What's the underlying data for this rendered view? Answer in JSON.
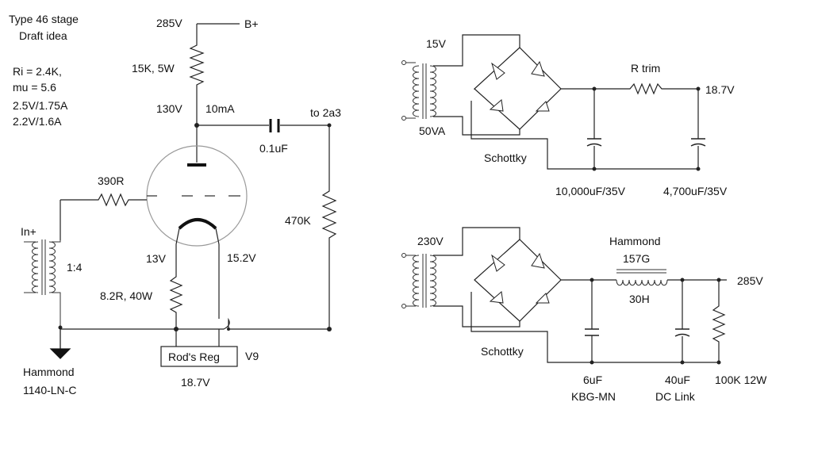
{
  "notes": {
    "title_line1": "Type 46 stage",
    "title_line2": "Draft idea",
    "ri": "Ri = 2.4K,",
    "mu": "mu = 5.6",
    "heater1": "2.5V/1.75A",
    "heater2": "2.2V/1.6A"
  },
  "tube_stage": {
    "supply_voltage": "285V",
    "bplus": "B+",
    "plate_resistor": "15K, 5W",
    "plate_voltage": "130V",
    "plate_current": "10mA",
    "coupling_cap": "0.1uF",
    "output": "to 2a3",
    "grid_leak": "470K",
    "grid_stopper": "390R",
    "input": "In+",
    "input_ratio": "1:4",
    "cathode_voltage": "13V",
    "filament_voltage": "15.2V",
    "cathode_resistor": "8.2R, 40W",
    "regulator": "Rod's Reg",
    "regulator_tag": "V9",
    "regulator_voltage": "18.7V",
    "input_transformer_line1": "Hammond",
    "input_transformer_line2": "1140-LN-C"
  },
  "filament_supply": {
    "secondary_voltage": "15V",
    "transformer_rating": "50VA",
    "rectifier": "Schottky",
    "trim_resistor": "R trim",
    "output_voltage": "18.7V",
    "cap1": "10,000uF/35V",
    "cap2": "4,700uF/35V"
  },
  "ht_supply": {
    "secondary_voltage": "230V",
    "rectifier": "Schottky",
    "choke_line1": "Hammond",
    "choke_line2": "157G",
    "choke_value": "30H",
    "output_voltage": "285V",
    "cap1_value": "6uF",
    "cap1_type": "KBG-MN",
    "cap2_value": "40uF",
    "cap2_type": "DC Link",
    "bleeder": "100K 12W"
  }
}
